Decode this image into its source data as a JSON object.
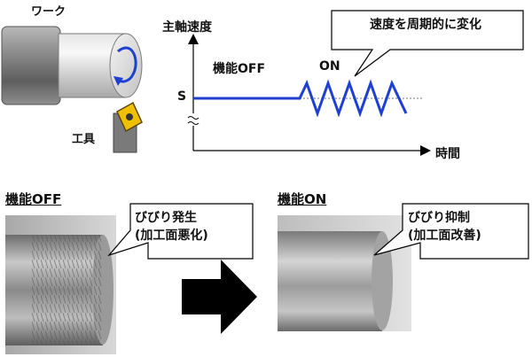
{
  "illustration": {
    "work_label": "ワーク",
    "tool_label": "工具"
  },
  "graph": {
    "y_axis_label": "主軸速度",
    "x_axis_label": "時間",
    "s_label": "S",
    "off_label": "機能OFF",
    "on_label": "ON",
    "callout": "速度を周期的に変化",
    "colors": {
      "line": "#1f3fd1",
      "axis": "#000000"
    }
  },
  "comparison": {
    "left": {
      "heading": "機能OFF",
      "callout_line1": "びびり発生",
      "callout_line2": "(加工面悪化)"
    },
    "right": {
      "heading": "機能ON",
      "callout_line1": "びびり抑制",
      "callout_line2": "(加工面改善)"
    },
    "arrow": "right-arrow"
  }
}
